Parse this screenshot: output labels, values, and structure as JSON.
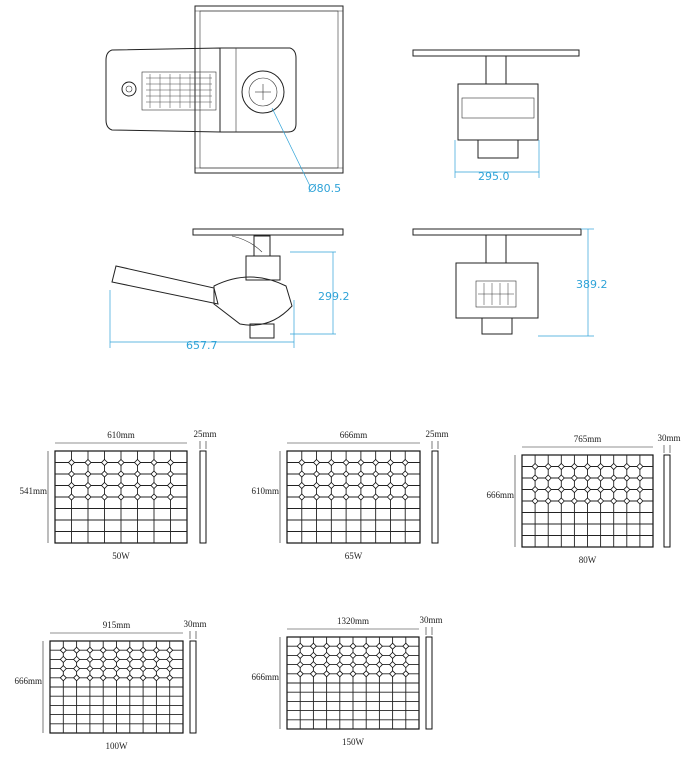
{
  "lamp_views": {
    "dims": {
      "diameter": "Ø80.5",
      "width_front": "295.0",
      "height_side": "299.2",
      "length_side": "657.7",
      "height_back": "389.2"
    },
    "colors": {
      "dimension": "#2fa3d8",
      "line": "#222222"
    }
  },
  "panels": [
    {
      "id": "p50",
      "width": "610mm",
      "height": "541mm",
      "thickness": "25mm",
      "power": "50W",
      "rows": 8,
      "cols": 8
    },
    {
      "id": "p65",
      "width": "666mm",
      "height": "610mm",
      "thickness": "25mm",
      "power": "65W",
      "rows": 8,
      "cols": 9
    },
    {
      "id": "p80",
      "width": "765mm",
      "height": "666mm",
      "thickness": "30mm",
      "power": "80W",
      "rows": 8,
      "cols": 10
    },
    {
      "id": "p100",
      "width": "915mm",
      "height": "666mm",
      "thickness": "30mm",
      "power": "100W",
      "rows": 10,
      "cols": 10
    },
    {
      "id": "p150",
      "width": "1320mm",
      "height": "666mm",
      "thickness": "30mm",
      "power": "150W",
      "rows": 10,
      "cols": 10
    }
  ]
}
